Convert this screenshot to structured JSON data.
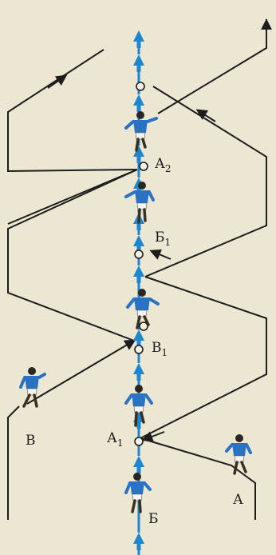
{
  "colors": {
    "background": "#ece7d3",
    "path_line": "#1c1c1c",
    "center_arrows": "#1e86cf",
    "player_shirt": "#2a72c4",
    "player_shorts": "#f4f4f4"
  },
  "labels": {
    "A": "А",
    "A1": "А",
    "A1_sub": "1",
    "A2": "А",
    "A2_sub": "2",
    "B": "Б",
    "B1": "Б",
    "B1_sub": "1",
    "V": "В",
    "V1": "В",
    "V1_sub": "1"
  },
  "icons": {
    "player": "footballer-figure",
    "ball": "ball-circle",
    "direction": "up-arrow"
  }
}
